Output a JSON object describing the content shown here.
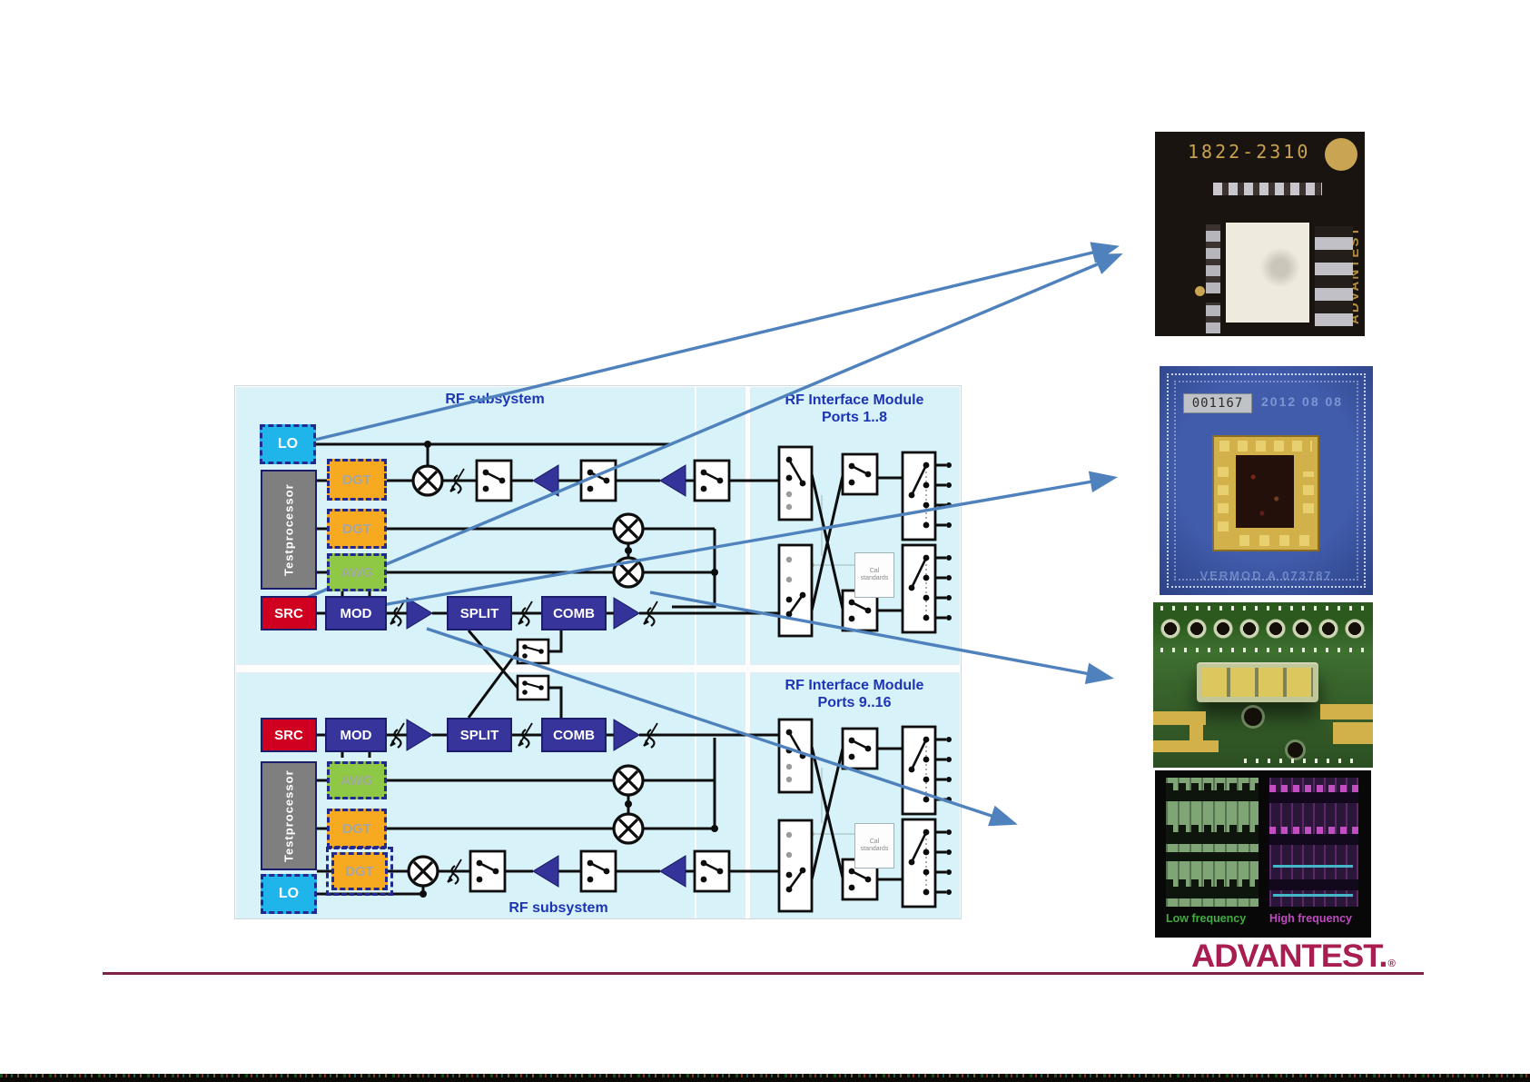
{
  "colors": {
    "panel_bg": "#d7f3f9",
    "title_blue": "#1d35b5",
    "block_navy": "#37359b",
    "lo_cyan": "#1fb4ea",
    "dgt_orange": "#f7a91f",
    "awg_green": "#8ec845",
    "src_red": "#d00021",
    "testprocessor_gray": "#7f7f7f",
    "wire_black": "#0d0d0d",
    "arrow_blue": "#4f81bd",
    "logo_red": "#a81e50",
    "divider_maroon": "#7d2146"
  },
  "diagram": {
    "titles": {
      "rf_subsystem_top": "RF subsystem",
      "rf_subsystem_bottom": "RF subsystem",
      "rfim_top_line1": "RF Interface Module",
      "rfim_top_line2": "Ports 1..8",
      "rfim_bottom_line1": "RF Interface Module",
      "rfim_bottom_line2": "Ports 9..16",
      "cal_top": "Cal standards",
      "cal_bottom": "Cal standards"
    },
    "blocks": {
      "lo_top": "LO",
      "testprocessor_top": "Testprocessor",
      "dgt1_top": "DGT",
      "dgt2_top": "DGT",
      "awg_top": "AWG",
      "src_top": "SRC",
      "mod_top": "MOD",
      "split_top": "SPLIT",
      "comb_top": "COMB",
      "src_bottom": "SRC",
      "mod_bottom": "MOD",
      "split_bottom": "SPLIT",
      "comb_bottom": "COMB",
      "awg_bottom": "AWG",
      "dgt1_bottom": "DGT",
      "dgt2_bottom": "DGT",
      "testprocessor_bottom": "Testprocessor",
      "lo_bottom": "LO"
    }
  },
  "photos": {
    "chip_module": {
      "part_number": "1822-2310",
      "brand": "ADVANTEST"
    },
    "chip_carrier": {
      "serial": "001167",
      "date": "2012 08 08",
      "footer": "VERMOD A 073787"
    },
    "layout_views": {
      "left_label": "Low frequency",
      "right_label": "High frequency"
    }
  },
  "footer": {
    "logo_text": "ADVANTEST.",
    "registered_mark": "®"
  }
}
